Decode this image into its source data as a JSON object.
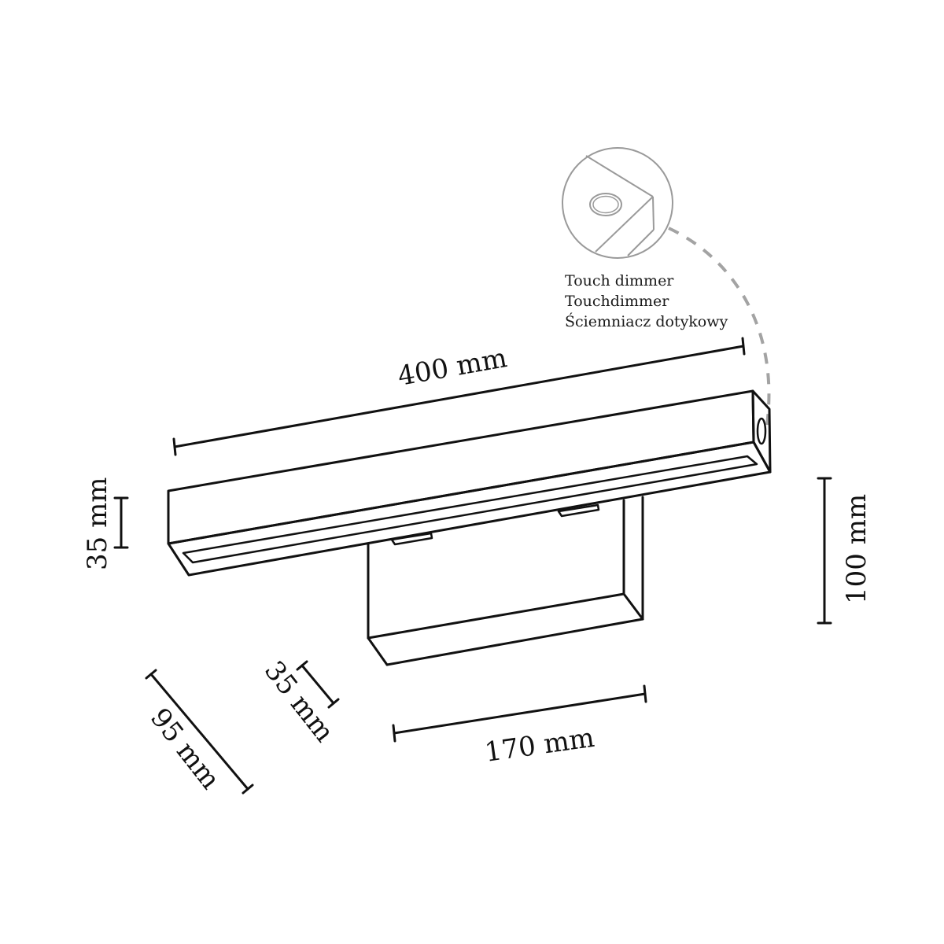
{
  "diagram": {
    "subject": "Wall lamp with touch dimmer",
    "colors": {
      "line": "#111111",
      "callout_line": "#9a9a9a",
      "dashed_leader": "#a0a0a0",
      "background": "#ffffff"
    },
    "callout": {
      "icon": "touch-dimmer-detail-icon",
      "lines": [
        "Touch dimmer",
        "Touchdimmer",
        "Ściemniacz dotykowy"
      ]
    },
    "dimensions": {
      "length": "400 mm",
      "bar_height": "35 mm",
      "total_height": "100 mm",
      "depth": "95 mm",
      "bracket_depth": "35 mm",
      "bracket_width": "170 mm"
    }
  }
}
